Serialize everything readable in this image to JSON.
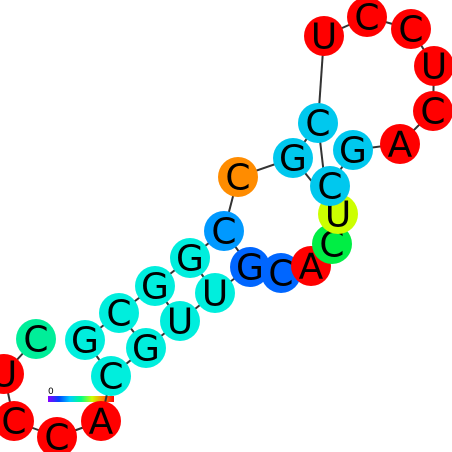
{
  "diagram": {
    "type": "rna-secondary-structure",
    "colors": {
      "red": "#ff0000",
      "orange": "#ff8c00",
      "lime": "#ccff00",
      "green": "#00ee44",
      "mint": "#00ee99",
      "cyan": "#00eedd",
      "sky": "#00c8ee",
      "azure": "#0099ff",
      "blue": "#0066ff",
      "backbone": "#333333"
    },
    "color_scale": {
      "min_label": "0",
      "stops": [
        "#8800ff",
        "#0044ff",
        "#00ccff",
        "#00ff88",
        "#ccff00",
        "#ff8800",
        "#ff0000"
      ]
    },
    "nucleotides": [
      {
        "base": "C",
        "color": "mint"
      },
      {
        "base": "U",
        "color": "red"
      },
      {
        "base": "C",
        "color": "red"
      },
      {
        "base": "C",
        "color": "red"
      },
      {
        "base": "A",
        "color": "red"
      },
      {
        "base": "C",
        "color": "cyan"
      },
      {
        "base": "G",
        "color": "cyan"
      },
      {
        "base": "U",
        "color": "cyan"
      },
      {
        "base": "U",
        "color": "cyan"
      },
      {
        "base": "G",
        "color": "blue"
      },
      {
        "base": "C",
        "color": "blue"
      },
      {
        "base": "A",
        "color": "red"
      },
      {
        "base": "C",
        "color": "green"
      },
      {
        "base": "U",
        "color": "lime"
      },
      {
        "base": "C",
        "color": "sky"
      },
      {
        "base": "G",
        "color": "sky"
      },
      {
        "base": "A",
        "color": "red"
      },
      {
        "base": "C",
        "color": "red"
      },
      {
        "base": "U",
        "color": "red"
      },
      {
        "base": "C",
        "color": "red"
      },
      {
        "base": "C",
        "color": "red"
      },
      {
        "base": "U",
        "color": "red"
      },
      {
        "base": "C",
        "color": "sky"
      },
      {
        "base": "G",
        "color": "sky"
      },
      {
        "base": "C",
        "color": "orange"
      },
      {
        "base": "C",
        "color": "azure"
      },
      {
        "base": "G",
        "color": "cyan"
      },
      {
        "base": "G",
        "color": "cyan"
      },
      {
        "base": "C",
        "color": "cyan"
      },
      {
        "base": "G",
        "color": "cyan"
      }
    ]
  }
}
